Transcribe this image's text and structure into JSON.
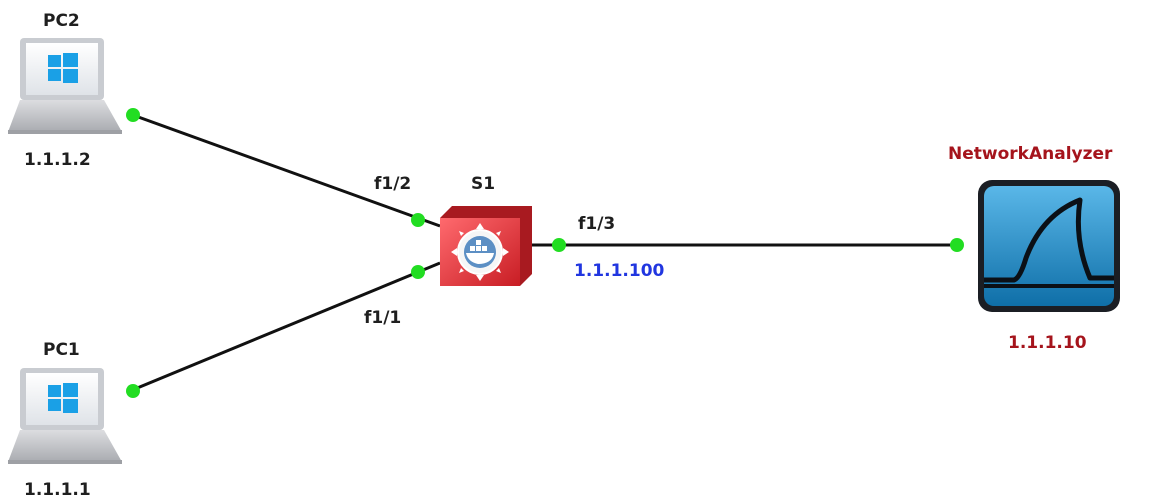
{
  "nodes": {
    "pc2": {
      "name": "PC2",
      "ip": "1.1.1.2"
    },
    "pc1": {
      "name": "PC1",
      "ip": "1.1.1.1"
    },
    "s1": {
      "name": "S1"
    },
    "analyzer": {
      "name": "NetworkAnalyzer",
      "ip": "1.1.1.10"
    }
  },
  "interfaces": {
    "f1_2": "f1/2",
    "f1_1": "f1/1",
    "f1_3": "f1/3"
  },
  "switch_ip": "1.1.1.100",
  "colors": {
    "link": "#111111",
    "port_up": "#22dd22",
    "switch": "#e8383d",
    "analyzer_blue": "#1a8fc9",
    "ip_red": "#a5141c",
    "ip_blue": "#2136e0"
  },
  "icons": {
    "pc": "windows-pc-icon",
    "switch": "docker-switch-icon",
    "analyzer": "wireshark-icon"
  }
}
